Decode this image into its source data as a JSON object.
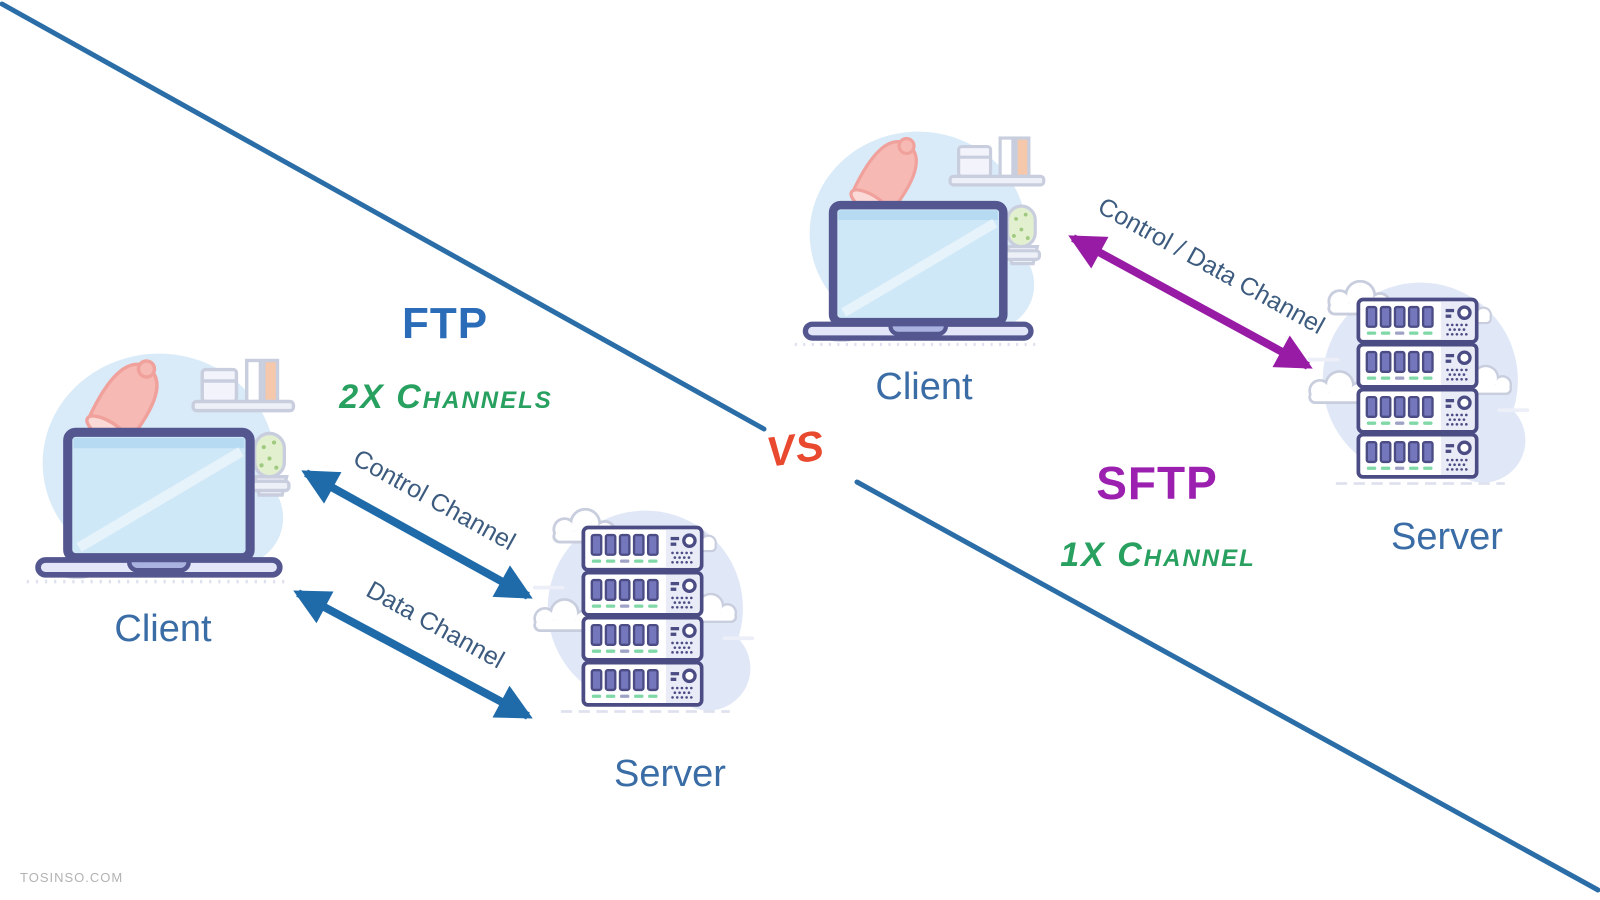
{
  "watermark": {
    "text": "TOSINSO.COM",
    "color": "#b2b2b2"
  },
  "divider": {
    "color": "#2a6da7"
  },
  "vs": {
    "label": "VS",
    "color": "#e8492f"
  },
  "ftp": {
    "title": "FTP",
    "title_color": "#2b6cb8",
    "channels_note": "2X Channels",
    "channels_color": "#28a05f",
    "client_label": "Client",
    "server_label": "Server",
    "control_arrow_label": "Control Channel",
    "data_arrow_label": "Data Channel",
    "arrow_color": "#1f6aa9",
    "arrow_label_color": "#3c5b7e"
  },
  "sftp": {
    "title": "SFTP",
    "title_color": "#9c20b0",
    "channels_note": "1X Channel",
    "channels_color": "#28a05f",
    "client_label": "Client",
    "server_label": "Server",
    "arrow_label": "Control / Data Channel",
    "arrow_color": "#971ba4"
  },
  "node_label_color": "#3a6ca6",
  "icons": {
    "client": "laptop-workspace-illustration",
    "server": "server-rack-clouds-illustration"
  }
}
